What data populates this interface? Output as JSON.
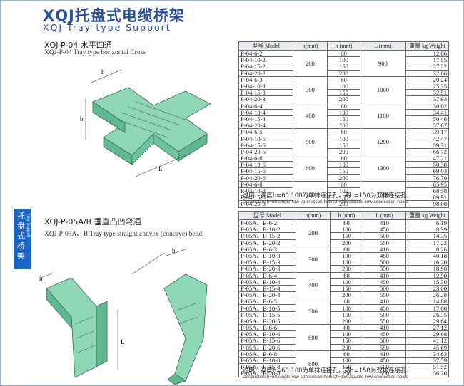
{
  "header": {
    "title": "XQJ托盘式电缆桥架",
    "subtitle": "XQJ Tray-type Support"
  },
  "section1": {
    "title": "XQJ-P-04 水平四通",
    "subtitle": "XQJ-P-04 Tray type horizontal Cross"
  },
  "section2": {
    "title": "XQJ-P-05A/B 垂直凸凹弯通",
    "subtitle": "XQJ-P-05A、B Tray type straight convex (concave) bend"
  },
  "sidetab": {
    "zh": "托盘式桥架",
    "en": "Tray Support"
  },
  "drawing_labels": {
    "b": "b",
    "L": "L",
    "h": "h"
  },
  "table1": {
    "headers": [
      "型号 Model",
      "b(mm)",
      "h (mm)",
      "L (mm)",
      "重量 kg Weight"
    ],
    "groups": [
      {
        "b": "200",
        "L": "900",
        "rows": [
          [
            "P-04-6-2",
            "60",
            "12.86"
          ],
          [
            "P-04-10-2",
            "100",
            "17.55"
          ],
          [
            "P-04-15-2",
            "150",
            "27.22"
          ],
          [
            "P-04-20-2",
            "200",
            "32.66"
          ]
        ]
      },
      {
        "b": "300",
        "L": "1000",
        "rows": [
          [
            "P-04-6-3",
            "60",
            "20.24"
          ],
          [
            "P-04-10-3",
            "100",
            "25.35"
          ],
          [
            "P-04-15-3",
            "150",
            "32.51"
          ],
          [
            "P-04-20-3",
            "200",
            "37.93"
          ]
        ]
      },
      {
        "b": "400",
        "L": "1100",
        "rows": [
          [
            "P-04-6-4",
            "60",
            "30.02"
          ],
          [
            "P-04-10-4",
            "100",
            "34.41"
          ],
          [
            "P-04-15-4",
            "150",
            "50.46"
          ],
          [
            "P-04-20-4",
            "200",
            "57.67"
          ]
        ]
      },
      {
        "b": "500",
        "L": "1200",
        "rows": [
          [
            "P-04-6-5",
            "60",
            "39.17"
          ],
          [
            "P-04-10-5",
            "100",
            "42.47"
          ],
          [
            "P-04-15-5",
            "150",
            "59.31"
          ],
          [
            "P-04-20-5",
            "200",
            "66.72"
          ]
        ]
      },
      {
        "b": "600",
        "L": "1300",
        "rows": [
          [
            "P-04-6-6",
            "60",
            "47.21"
          ],
          [
            "P-04-10-6",
            "100",
            "50.30"
          ],
          [
            "P-04-15-6",
            "150",
            "69.03"
          ],
          [
            "P-04-20-6",
            "200",
            "76.70"
          ]
        ]
      },
      {
        "b": "800",
        "L": "1500",
        "rows": [
          [
            "P-04-6-8",
            "60",
            "65.95"
          ],
          [
            "P-04-10-8",
            "100",
            "68.58"
          ],
          [
            "P-04-15-8",
            "150",
            "89.91"
          ],
          [
            "P-04-20-8",
            "200",
            "98.08"
          ]
        ]
      }
    ],
    "note": "说明：高度h=60.100为单排连接孔，高h=150为双排连接孔。",
    "note_en": "Description:h=60,single-row connection holes;h=150,double-row connection holes"
  },
  "table2": {
    "headers": [
      "型号 Model",
      "b(mm)",
      "h (mm)",
      "L (mm)",
      "重量 kg Weight"
    ],
    "groups": [
      {
        "b": "200",
        "rows": [
          [
            "P-05A、B-6-2",
            "60",
            "410",
            "6.19"
          ],
          [
            "P-05A、B-10-2",
            "100",
            "450",
            "8.39"
          ],
          [
            "P-05A、B-15-2",
            "150",
            "500",
            "14.35"
          ],
          [
            "P-05A、B-20-2",
            "200",
            "550",
            "17.22"
          ]
        ]
      },
      {
        "b": "300",
        "rows": [
          [
            "P-05A、B-6-3",
            "60",
            "410",
            "8.26"
          ],
          [
            "P-05A、B-10-3",
            "100",
            "450",
            "40.18"
          ],
          [
            "P-05A、B-15-3",
            "150",
            "500",
            "16.20"
          ],
          [
            "P-05A、B-20-3",
            "200",
            "550",
            "18.90"
          ]
        ]
      },
      {
        "b": "400",
        "rows": [
          [
            "P-05A、B-6-4",
            "60",
            "410",
            "12.90"
          ],
          [
            "P-05A、B-10-4",
            "100",
            "450",
            "15.30"
          ],
          [
            "P-05A、B-15-4",
            "150",
            "500",
            "23.00"
          ],
          [
            "P-05A、B-20-4",
            "200",
            "550",
            "26.28"
          ]
        ]
      },
      {
        "b": "500",
        "rows": [
          [
            "P-05A、B-6-5",
            "60",
            "410",
            "14.88"
          ],
          [
            "P-05A、B-10-5",
            "100",
            "450",
            "17.60"
          ],
          [
            "P-05A、B-15-5",
            "150",
            "500",
            "26.35"
          ],
          [
            "P-05A、B-20-5",
            "200",
            "550",
            "29.64"
          ]
        ]
      },
      {
        "b": "600",
        "rows": [
          [
            "P-05A、B-6-6",
            "60",
            "410",
            "27.12"
          ],
          [
            "P-05A、B-10-6",
            "100",
            "450",
            "29.68"
          ],
          [
            "P-05A、B-15-6",
            "150",
            "500",
            "41.12"
          ],
          [
            "P-05A、B-20-6",
            "200",
            "550",
            "45.69"
          ]
        ]
      },
      {
        "b": "800",
        "rows": [
          [
            "P-05A、B-6-8",
            "60",
            "410",
            "34.63"
          ],
          [
            "P-05A、B-10-8",
            "100",
            "450",
            "37.59"
          ],
          [
            "P-05A、B-15-8",
            "150",
            "500",
            "51.52"
          ],
          [
            "P-05A、B-20-8",
            "200",
            "550",
            "56.20"
          ]
        ]
      }
    ],
    "note": "说明：高度h=60.100为单排连接孔，高h=150为双排连接孔。",
    "note_en": "Description:h=60,single-row connection holes;h=150,double-row connection holes"
  },
  "colors": {
    "tray": "#8fd6b4",
    "tray_dark": "#5fb88f",
    "title": "#2a4f95",
    "tab": "#1a66c8"
  }
}
